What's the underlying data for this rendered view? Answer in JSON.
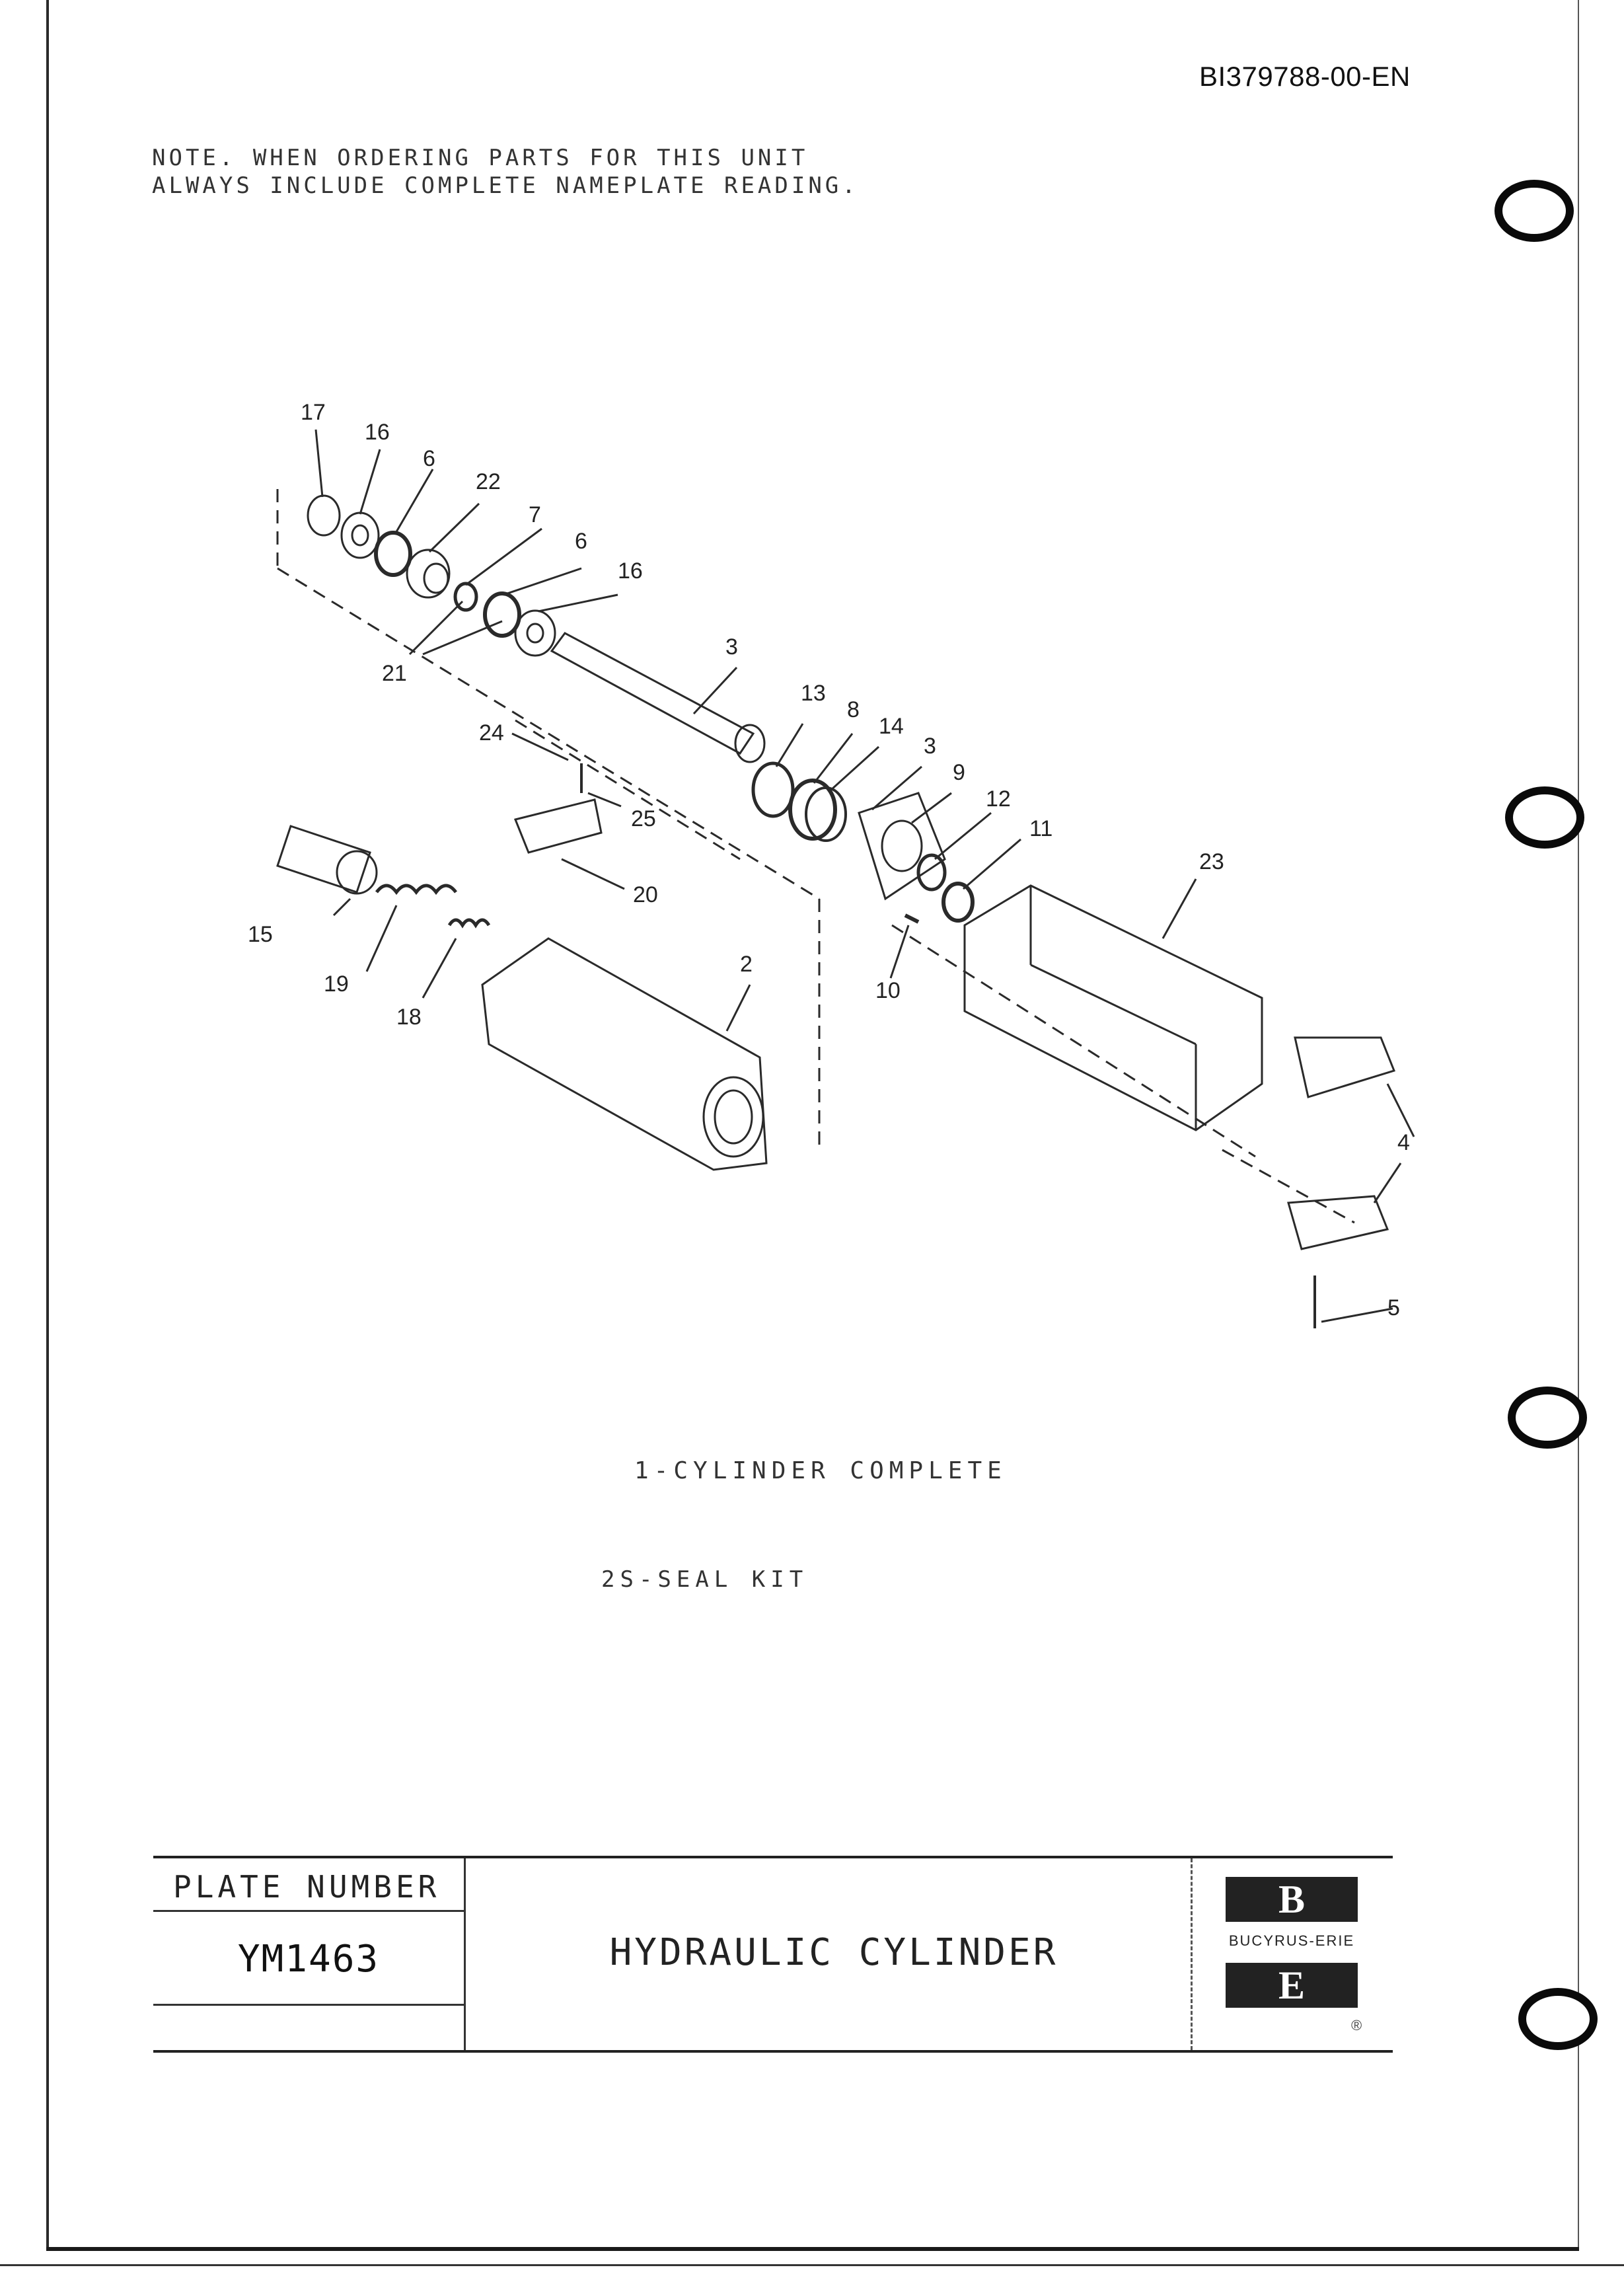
{
  "doc_id": "BI379788-00-EN",
  "note": {
    "line1": "NOTE. WHEN ORDERING PARTS FOR THIS UNIT",
    "line2": "ALWAYS INCLUDE COMPLETE NAMEPLATE READING."
  },
  "callouts": [
    "17",
    "16",
    "6",
    "22",
    "7",
    "6",
    "16",
    "21",
    "3",
    "13",
    "8",
    "14",
    "3",
    "9",
    "12",
    "11",
    "24",
    "25",
    "20",
    "15",
    "19",
    "18",
    "2",
    "10",
    "23",
    "4",
    "5"
  ],
  "captions": {
    "complete": "1-CYLINDER COMPLETE",
    "seal_kit": "2S-SEAL KIT"
  },
  "title_block": {
    "plate_number_label": "PLATE NUMBER",
    "plate_number": "YM1463",
    "title": "HYDRAULIC CYLINDER",
    "logo_top": "B",
    "logo_bottom": "E",
    "company": "BUCYRUS-ERIE",
    "registered": "®"
  },
  "colors": {
    "ink": "#1a1a1a",
    "paper": "#ffffff"
  }
}
